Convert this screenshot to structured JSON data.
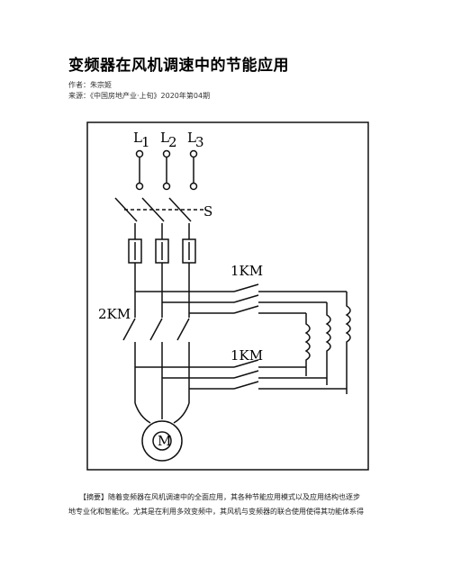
{
  "article": {
    "title": "变频器在风机调速中的节能应用",
    "author_label": "作者：",
    "author": "朱宗姬",
    "source_label": "来源：",
    "source": "《中国房地产业·上旬》2020年第04期"
  },
  "figure": {
    "labels": {
      "phase1": "L",
      "phase1_sub": "1",
      "phase2": "L",
      "phase2_sub": "2",
      "phase3": "L",
      "phase3_sub": "3",
      "switch": "S",
      "contactor_top": "1KM",
      "contactor_left": "2KM",
      "contactor_bottom": "1KM",
      "motor": "M"
    }
  },
  "abstract": {
    "tag": "【摘要】",
    "line1": "随着变频器在风机调速中的全面应用，其各种节能应用模式以及应用结构也逐步",
    "line2": "地专业化和智能化。尤其是在利用多效变频中，其风机与变频器的联合使用使得其功能体系得"
  }
}
